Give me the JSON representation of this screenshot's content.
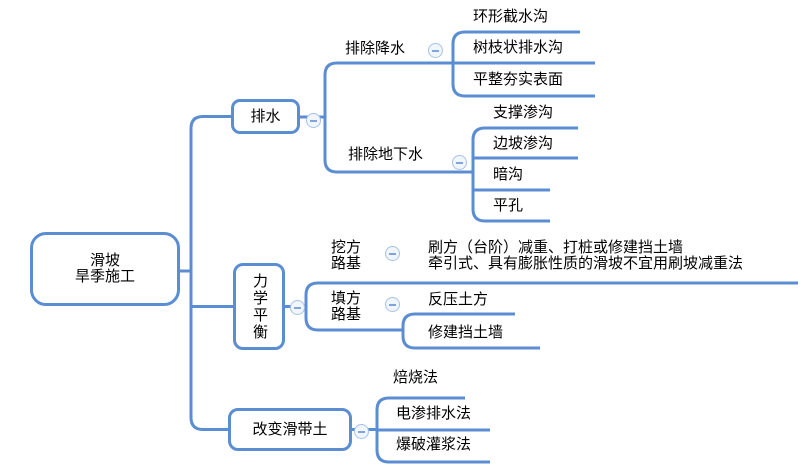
{
  "colors": {
    "line": "#5b8dd3",
    "box_border": "#5b8dd3",
    "box_fill": "#ffffff",
    "collapse_fill": "#f0f6fc",
    "collapse_border": "#a6c2e8",
    "text": "#000000"
  },
  "mindmap": {
    "root": {
      "label": "滑坡\n旱季施工"
    },
    "branches": [
      {
        "label": "排水",
        "children": [
          {
            "label": "排除降水",
            "children": [
              {
                "label": "环形截水沟"
              },
              {
                "label": "树枝状排水沟"
              },
              {
                "label": "平整夯实表面"
              }
            ]
          },
          {
            "label": "排除地下水",
            "children": [
              {
                "label": "支撑渗沟"
              },
              {
                "label": "边坡渗沟"
              },
              {
                "label": "暗沟"
              },
              {
                "label": "平孔"
              }
            ]
          }
        ]
      },
      {
        "label": "力学平衡",
        "children": [
          {
            "label": "挖方\n路基",
            "children": [
              {
                "label": "刷方（台阶）减重、打桩或修建挡土墙\n牵引式、具有膨胀性质的滑坡不宜用刷坡减重法"
              }
            ]
          },
          {
            "label": "填方\n路基",
            "children": [
              {
                "label": "反压土方"
              },
              {
                "label": "修建挡土墙"
              }
            ]
          }
        ]
      },
      {
        "label": "改变滑带土",
        "children": [
          {
            "label": "焙烧法"
          },
          {
            "label": "电渗排水法"
          },
          {
            "label": "爆破灌浆法"
          }
        ]
      }
    ]
  }
}
